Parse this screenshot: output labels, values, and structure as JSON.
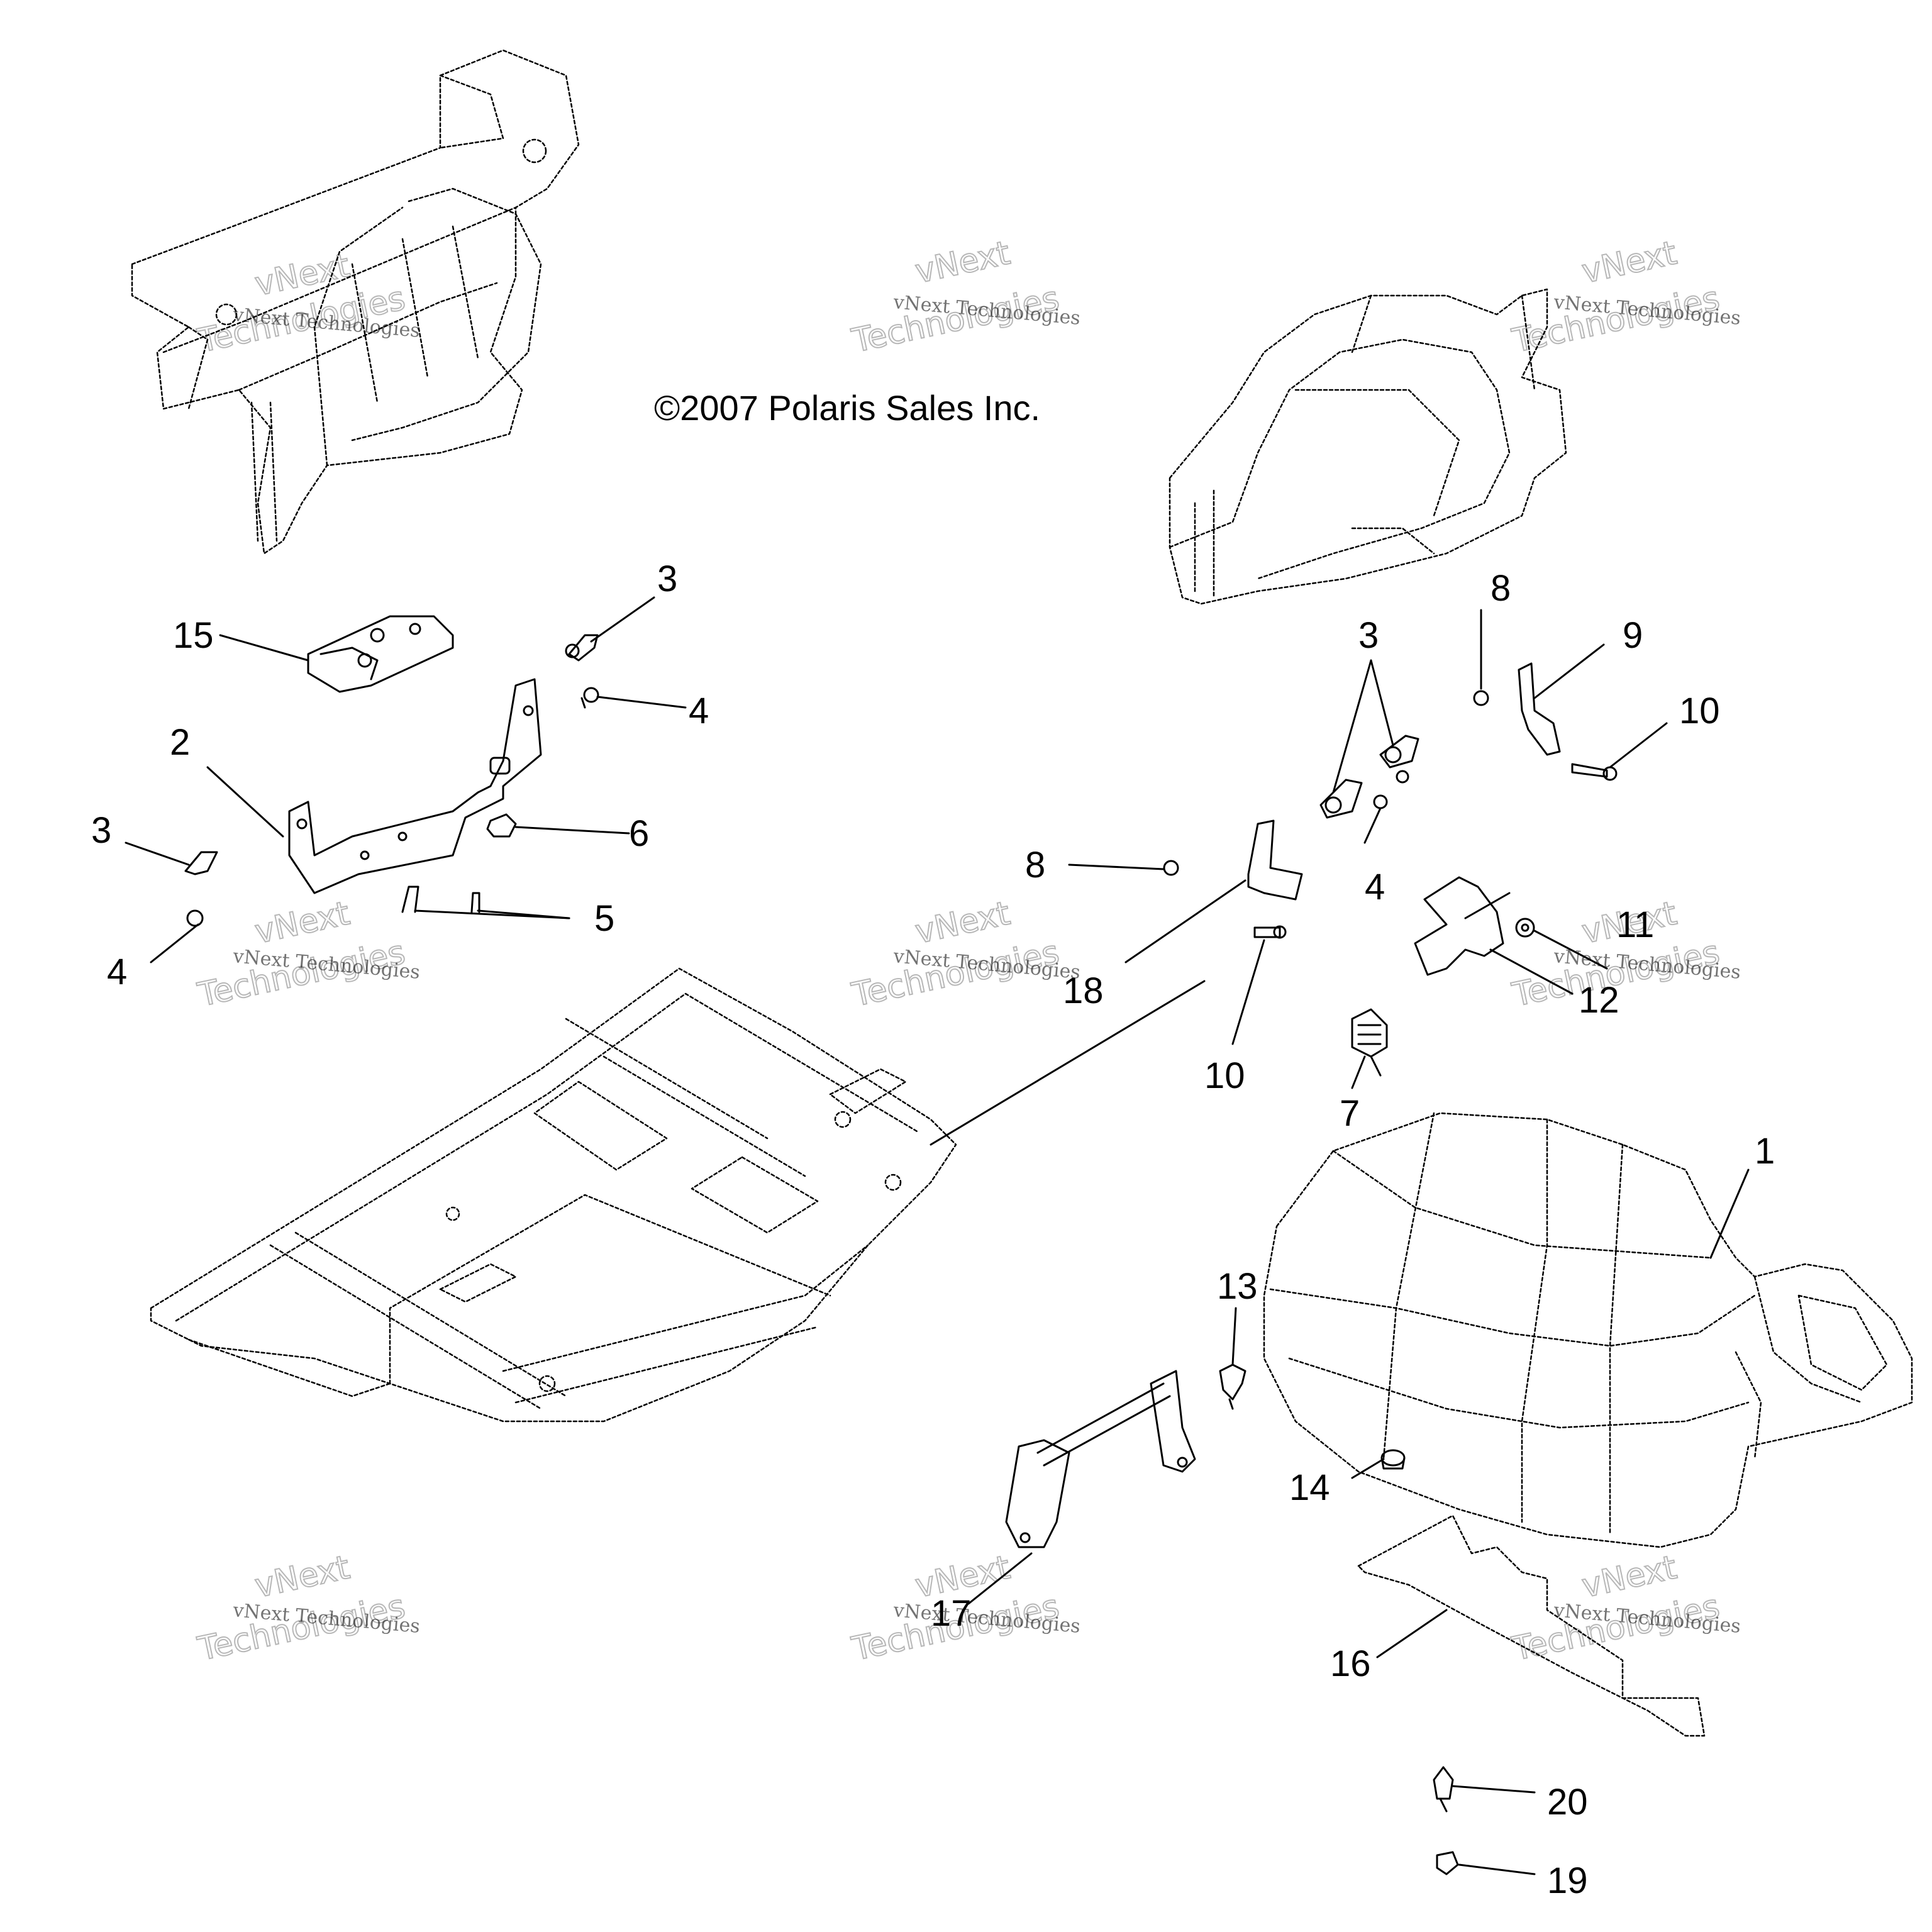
{
  "copyright": "©2007 Polaris Sales Inc.",
  "watermark": {
    "brand": "vNext",
    "company": "Technologies",
    "full": "vNext Technologies"
  },
  "callouts": [
    {
      "id": "c1",
      "label": "1"
    },
    {
      "id": "c2",
      "label": "2"
    },
    {
      "id": "c3a",
      "label": "3"
    },
    {
      "id": "c3b",
      "label": "3"
    },
    {
      "id": "c3c",
      "label": "3"
    },
    {
      "id": "c4a",
      "label": "4"
    },
    {
      "id": "c4b",
      "label": "4"
    },
    {
      "id": "c4c",
      "label": "4"
    },
    {
      "id": "c5",
      "label": "5"
    },
    {
      "id": "c6",
      "label": "6"
    },
    {
      "id": "c7",
      "label": "7"
    },
    {
      "id": "c8a",
      "label": "8"
    },
    {
      "id": "c8b",
      "label": "8"
    },
    {
      "id": "c9",
      "label": "9"
    },
    {
      "id": "c10a",
      "label": "10"
    },
    {
      "id": "c10b",
      "label": "10"
    },
    {
      "id": "c11",
      "label": "11"
    },
    {
      "id": "c12",
      "label": "12"
    },
    {
      "id": "c13",
      "label": "13"
    },
    {
      "id": "c14",
      "label": "14"
    },
    {
      "id": "c15",
      "label": "15"
    },
    {
      "id": "c16",
      "label": "16"
    },
    {
      "id": "c17",
      "label": "17"
    },
    {
      "id": "c18",
      "label": "18"
    },
    {
      "id": "c19",
      "label": "19"
    },
    {
      "id": "c20",
      "label": "20"
    }
  ]
}
